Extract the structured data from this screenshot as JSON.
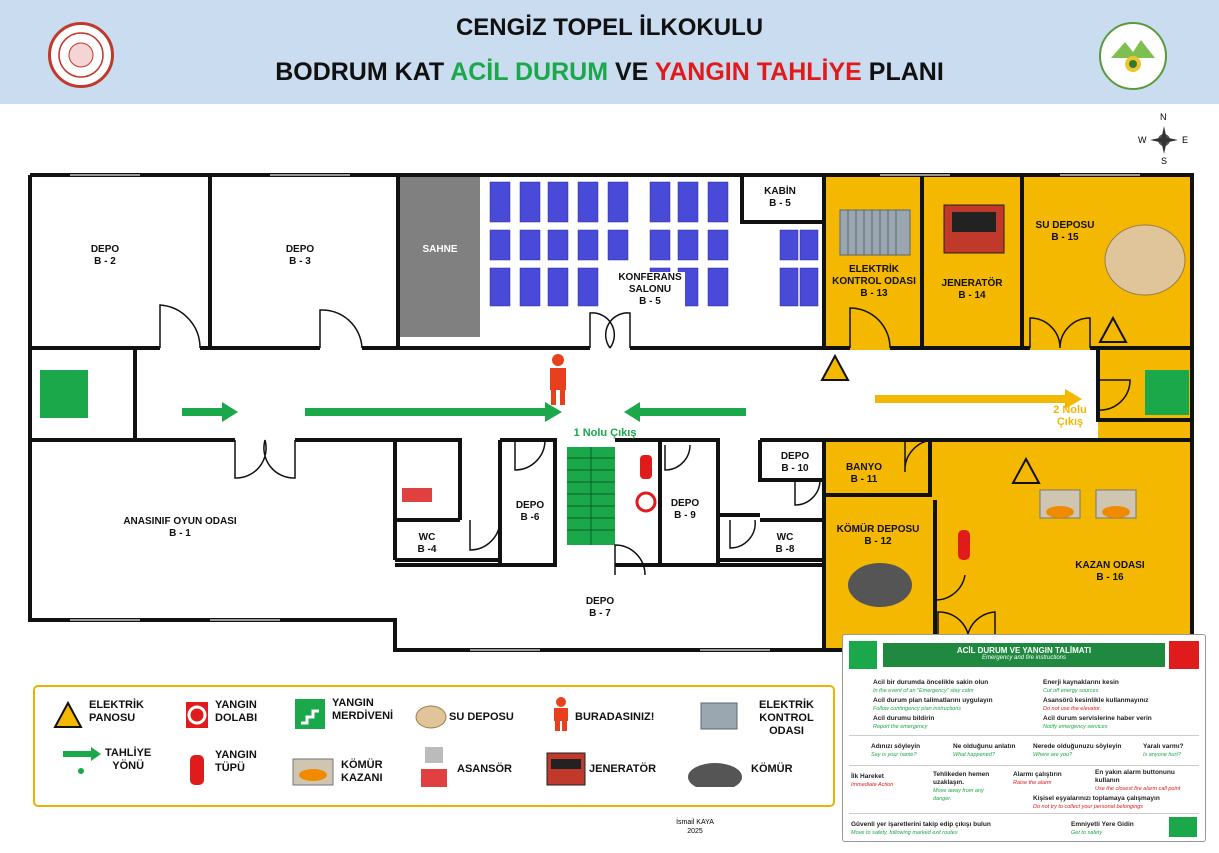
{
  "header": {
    "school": "CENGİZ TOPEL İLKOKULU",
    "title_part1": "BODRUM KAT ",
    "title_part2": "ACİL DURUM",
    "title_part3": " VE ",
    "title_part4": "YANGIN TAHLİYE",
    "title_part5": " PLANI"
  },
  "compass": {
    "n": "N",
    "s": "S",
    "e": "E",
    "w": "W"
  },
  "rooms": {
    "depo_b2": "DEPO\nB - 2",
    "depo_b3": "DEPO\nB - 3",
    "sahne": "SAHNE",
    "kabin": "KABİN\nB - 5",
    "konferans": "KONFERANS\nSALONU\nB - 5",
    "elektrik": "ELEKTRİK\nKONTROL ODASI\nB - 13",
    "jenerator": "JENERATÖR\nB - 14",
    "su_deposu": "SU DEPOSU\nB - 15",
    "anasinif": "ANASINIF OYUN ODASI\nB - 1",
    "wc_b4": "WC\nB -4",
    "depo_b6": "DEPO\nB -6",
    "depo_b9": "DEPO\nB - 9",
    "depo_b10": "DEPO\nB - 10",
    "wc_b8": "WC\nB -8",
    "depo_b7": "DEPO\nB - 7",
    "banyo": "BANYO\nB - 11",
    "komur_deposu": "KÖMÜR DEPOSU\nB - 12",
    "kazan": "KAZAN ODASI\nB - 16"
  },
  "exits": {
    "exit1": "1 Nolu Çıkış",
    "exit2": "2 Nolu\nÇıkış"
  },
  "legend": {
    "elektrik_panosu": "ELEKTRİK\nPANOSU",
    "yangin_dolabi": "YANGIN\nDOLABI",
    "yangin_merdiveni": "YANGIN\nMERDİVENİ",
    "su_deposu": "SU DEPOSU",
    "buradasiniz": "BURADASINIZ!",
    "elektrik_kontrol": "ELEKTRİK\nKONTROL\nODASI",
    "tahliye_yonu": "TAHLİYE\nYÖNÜ",
    "yangin_tupu": "YANGIN\nTÜPÜ",
    "komur_kazani": "KÖMÜR\nKAZANI",
    "asansor": "ASANSÖR",
    "jenerator": "JENERATÖR",
    "komur": "KÖMÜR"
  },
  "author": {
    "name": "İsmail KAYA",
    "year": "2025"
  },
  "instructions": {
    "title": "ACİL DURUM VE YANGIN TALİMATI",
    "subtitle": "Emergency and fire instructions",
    "r1a": "Acil bir durumda öncelikle sakin olun",
    "r1a_en": "In the event of an \"Emergency\" stay calm",
    "r1b": "Enerji kaynaklarını kesin",
    "r1b_en": "Cut off energy sources",
    "r2a": "Acil durum plan talimatlarını uygulayın",
    "r2a_en": "Follow contingency plan instructions",
    "r2b": "Asansörü kesinlikle kullanmayınız",
    "r2b_en": "Do not use the elevator.",
    "r3a": "Acil durumu bildirin",
    "r3a_en": "Report the emergency",
    "r3b": "Acil durum servislerine haber verin",
    "r3b_en": "Notify emergency services",
    "q1": "Adınızı söyleyin",
    "q1_en": "Say is your name?",
    "q2": "Ne olduğunu anlatın",
    "q2_en": "What happened?",
    "q3": "Nerede olduğunuzu söyleyin",
    "q3_en": "Where are you?",
    "q4": "Yaralı varmı?",
    "q4_en": "Is anyone hurt?",
    "first_action": "İlk Hareket",
    "first_action_en": "Immediate Action",
    "danger": "Tehlikeden hemen uzaklaşın.",
    "danger_en": "Move away from any danger.",
    "alarm": "Alarmı çalıştırın",
    "alarm_en": "Raise the alarm",
    "alarm_btn": "En yakın alarm buttonunu kullanın",
    "alarm_btn_en": "Use the closest fire alarm call point",
    "belongings": "Kişisel eşyalarınızı toplamaya çalışmayın",
    "belongings_en": "Do not try to collect your personal belongings",
    "follow": "Güvenli yer işaretlerini takip edip çıkışı bulun",
    "follow_en": "Move to safety, following marked exit routes",
    "safe": "Emniyetli Yere Gidin",
    "safe_en": "Get to safety"
  },
  "colors": {
    "accent_yellow": "#f5b800",
    "exit_green": "#1aa84a",
    "alarm_red": "#e01b1b",
    "header_bg": "#c9dcf0"
  }
}
